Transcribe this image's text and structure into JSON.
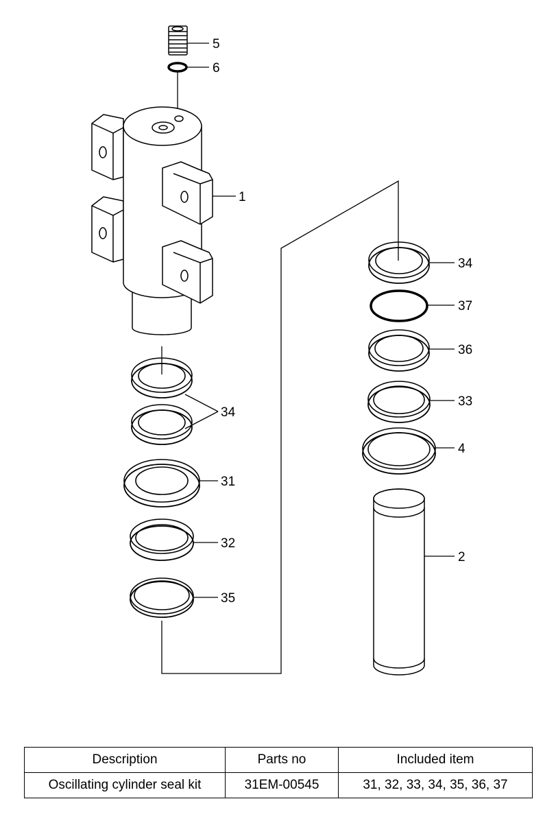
{
  "callouts": {
    "c5": "5",
    "c6": "6",
    "c1": "1",
    "c34_left": "34",
    "c31": "31",
    "c32": "32",
    "c35": "35",
    "c34_right": "34",
    "c37": "37",
    "c36": "36",
    "c33": "33",
    "c4": "4",
    "c2": "2"
  },
  "table": {
    "headers": {
      "description": "Description",
      "parts_no": "Parts no",
      "included_item": "Included item"
    },
    "rows": [
      {
        "description": "Oscillating cylinder seal kit",
        "parts_no": "31EM-00545",
        "included_item": "31, 32, 33, 34, 35, 36, 37"
      }
    ]
  }
}
